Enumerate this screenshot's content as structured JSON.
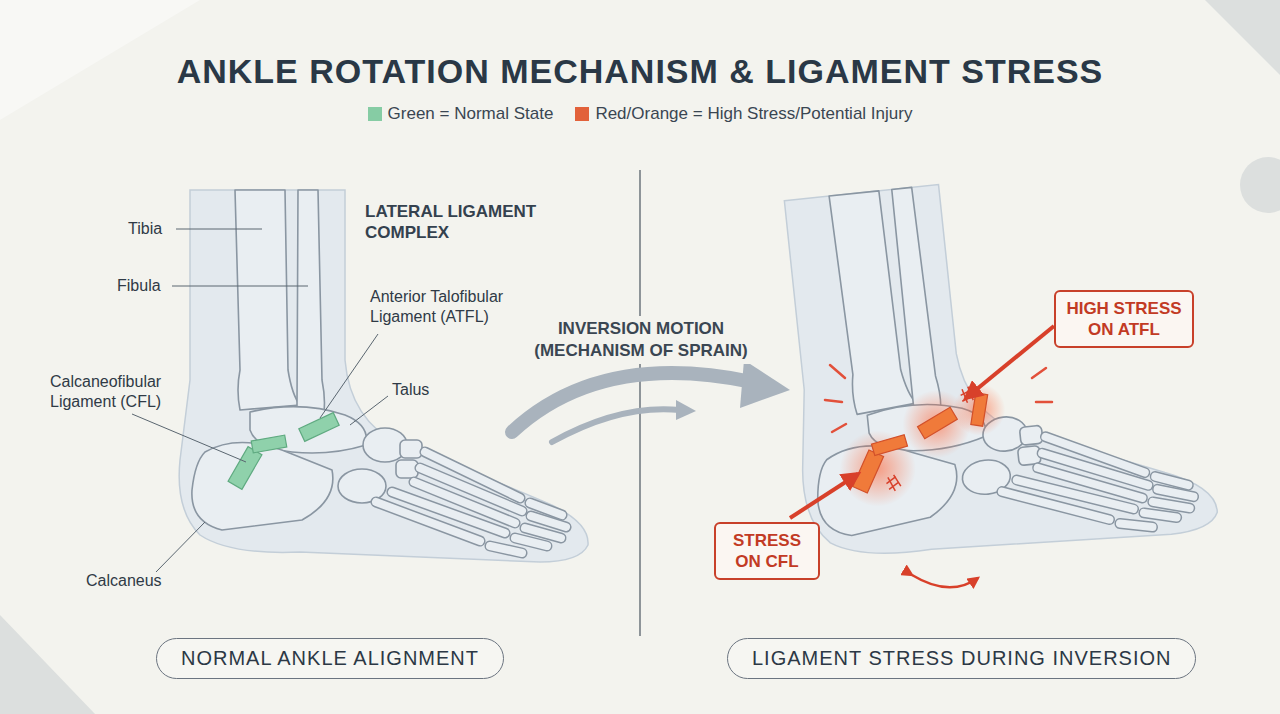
{
  "diagram": {
    "title": "ANKLE ROTATION MECHANISM & LIGAMENT STRESS",
    "nodes": [
      {
        "text": [
          "HIGH STRESS ON ATFL"
        ]
      },
      {
        "text": [
          "STRESS ON CFL"
        ]
      },
      {
        "text": [
          "NORMAL ANKLE ALIGNMENT"
        ]
      },
      {
        "text": [
          "LIGAMENT STRESS DURING INVERSION"
        ]
      }
    ],
    "labels": [
      "Tibia",
      "Fibula",
      "LATERAL LIGAMENT COMPLEX",
      "Anterior Talofibular Ligament (ATFL)",
      "Talus",
      "Calcaneofibular Ligament (CFL)",
      "Calcaneus",
      "INVERSION MOTION (MECHANISM OF SPRAIN)"
    ],
    "legend": [
      {
        "text": "Green = Normal State",
        "color": "#86cca4"
      },
      {
        "text": "Red/Orange = High Stress/Potential Injury",
        "color": "#e2613a"
      }
    ]
  }
}
